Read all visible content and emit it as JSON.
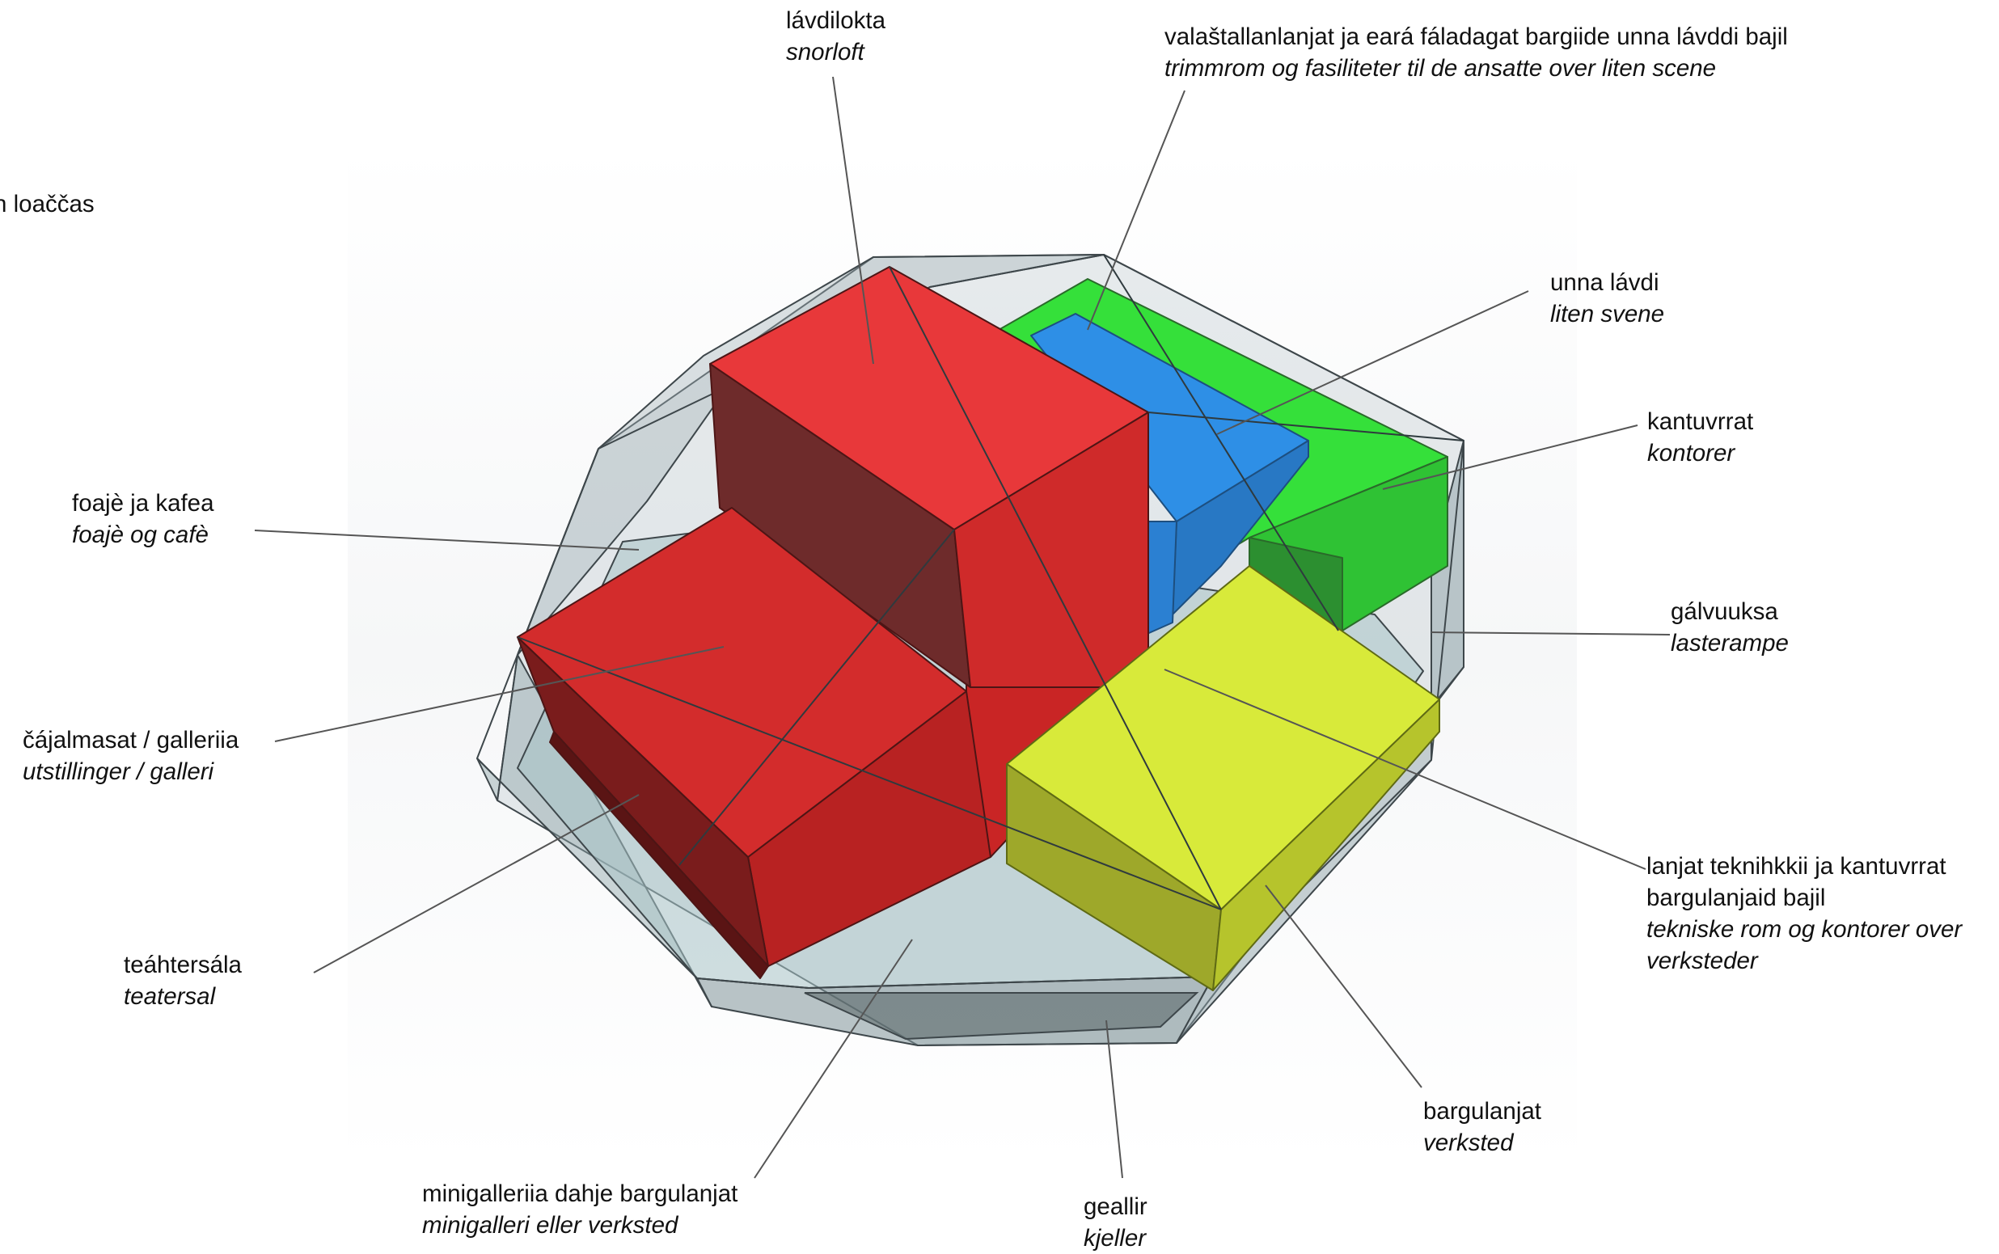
{
  "colors": {
    "hall": "#e02a2a",
    "small_stage": "#2e8fe6",
    "offices": "#35e03a",
    "workshop": "#d4e83a",
    "envelope": "#7f9aa0",
    "leader": "#555555"
  },
  "labels": {
    "partial": "n loaččas",
    "fly_tower": {
      "no": "lávdilokta",
      "nb": "snorloft"
    },
    "staff": {
      "no": "valaštallanlanjat ja eará fáladagat bargiide unna lávddi bajil",
      "nb": "trimmrom og fasiliteter til de ansatte over liten scene"
    },
    "small_stage": {
      "no": "unna lávdi",
      "nb": "liten svene"
    },
    "offices": {
      "no": "kantuvrrat",
      "nb": "kontorer"
    },
    "foyer": {
      "no": "foajè ja kafea",
      "nb": "foajè og cafè"
    },
    "loading": {
      "no": "gálvuuksa",
      "nb": "lasterampe"
    },
    "exhibitions": {
      "no": "čájalmasat / galleriia",
      "nb": "utstillinger / galleri"
    },
    "technical": {
      "no1": "lanjat teknihkkii ja kantuvrrat",
      "no2": "bargulanjaid bajil",
      "nb1": "tekniske rom og kontorer over",
      "nb2": "verksteder"
    },
    "theatre": {
      "no": "teáhtersála",
      "nb": "teatersal"
    },
    "workshop": {
      "no": "bargulanjat",
      "nb": "verksted"
    },
    "minigallery": {
      "no": "minigalleriia dahje bargulanjat",
      "nb": "minigalleri eller verksted"
    },
    "basement": {
      "no": "geallir",
      "nb": "kjeller"
    }
  }
}
